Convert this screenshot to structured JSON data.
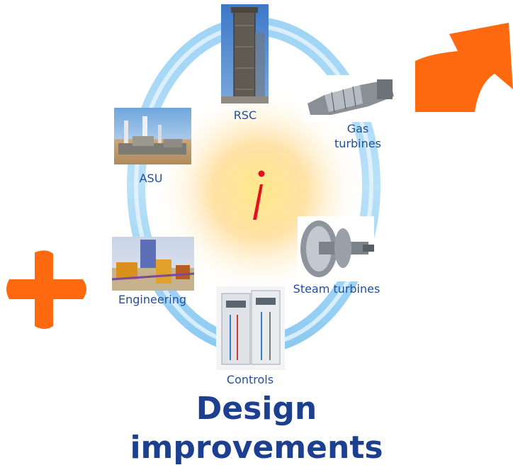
{
  "nodes": {
    "rsc": "RSC",
    "gas": [
      "Gas",
      "turbines"
    ],
    "asu": "ASU",
    "engineering": "Engineering",
    "steam": "Steam turbines",
    "controls": "Controls"
  },
  "center_symbol": "i",
  "title": [
    "Design",
    "improvements"
  ],
  "colors": {
    "accent_orange": "#ff6a10",
    "title_blue": "#1d3f8f",
    "label_blue": "#1f4e9c",
    "ring_blue": "#7cc2ef",
    "center_red": "#e3101d"
  },
  "icons": [
    "plus-icon",
    "arrow-up-right-icon",
    "info-i-icon"
  ]
}
